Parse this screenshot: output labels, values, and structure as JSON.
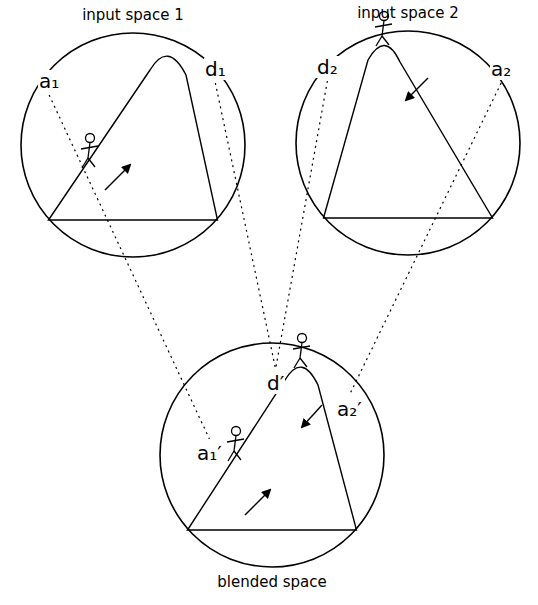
{
  "diagram": {
    "nodes": [
      {
        "text": [
          "input space 1"
        ]
      },
      {
        "text": [
          "input space 2"
        ]
      },
      {
        "text": [
          "blended space"
        ]
      }
    ],
    "edges": [
      {
        "from": 0,
        "to": 2,
        "arrow": "none"
      },
      {
        "from": 0,
        "to": 2,
        "arrow": "none"
      },
      {
        "from": 1,
        "to": 2,
        "arrow": "none"
      },
      {
        "from": 1,
        "to": 2,
        "arrow": "none"
      }
    ],
    "labels": [
      "a₁",
      "d₁",
      "d₂",
      "a₂",
      "d′",
      "a₂′",
      "a₁′"
    ]
  }
}
